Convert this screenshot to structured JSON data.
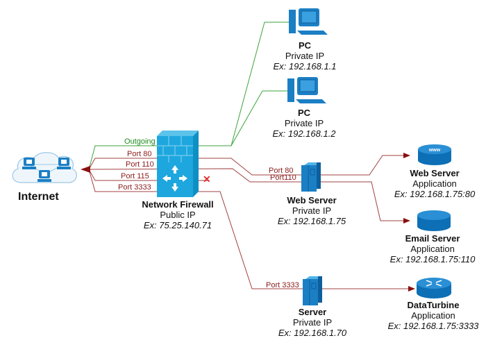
{
  "colors": {
    "outgoing": "#3aa33a",
    "port": "#a04040",
    "blocked": "#e03030",
    "device": "#1b7fc4",
    "device_dark": "#0d5e9c"
  },
  "internet": {
    "label": "Internet"
  },
  "firewall": {
    "title": "Network Firewall",
    "subtitle": "Public IP",
    "example": "Ex: 75.25.140.71"
  },
  "ports": {
    "outgoing": "Outgoing",
    "p80": "Port 80",
    "p110": "Port 110",
    "p115": "Port 115",
    "p3333": "Port 3333",
    "ws80": "Port 80",
    "ws110": "Port110",
    "srv3333": "Port 3333"
  },
  "blocked_mark": "✕",
  "nodes": {
    "pc1": {
      "title": "PC",
      "subtitle": "Private IP",
      "example": "Ex: 192.168.1.1"
    },
    "pc2": {
      "title": "PC",
      "subtitle": "Private IP",
      "example": "Ex: 192.168.1.2"
    },
    "webserver": {
      "title": "Web Server",
      "subtitle": "Private IP",
      "example": "Ex: 192.168.1.75"
    },
    "server": {
      "title": "Server",
      "subtitle": "Private IP",
      "example": "Ex: 192.168.1.70"
    },
    "webapp": {
      "title": "Web Server",
      "subtitle": "Application",
      "example": "Ex: 192.168.1.75:80",
      "badge": "www"
    },
    "emailapp": {
      "title": "Email Server",
      "subtitle": "Application",
      "example": "Ex: 192.168.1.75:110"
    },
    "dataturbine": {
      "title": "DataTurbine",
      "subtitle": "Application",
      "example": "Ex: 192.168.1.75:3333"
    }
  }
}
